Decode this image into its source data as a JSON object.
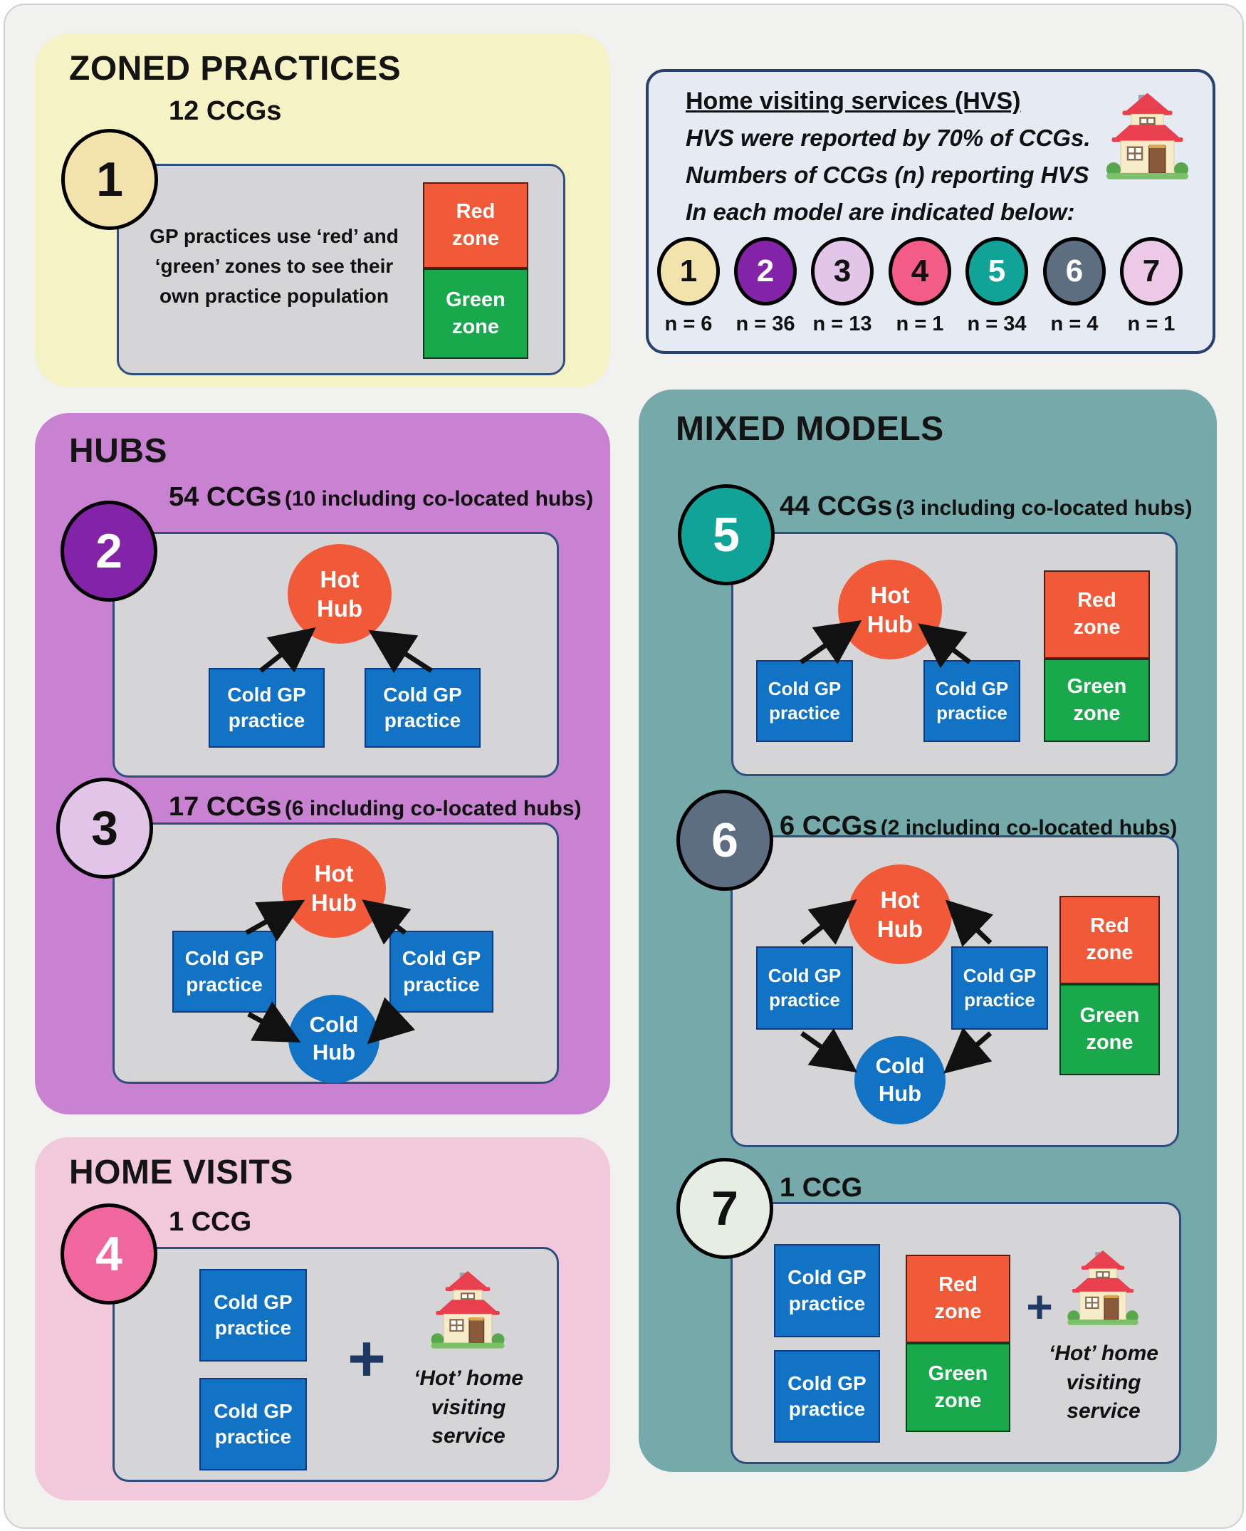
{
  "zoned": {
    "title": "ZONED PRACTICES",
    "badge": "1",
    "count": "12 CCGs",
    "description": "GP practices use ‘red’ and ‘green’ zones to see their own practice population",
    "red_zone": "Red zone",
    "green_zone": "Green zone"
  },
  "hvs": {
    "title": "Home visiting services (HVS)",
    "lines": [
      "HVS were reported by 70% of CCGs.",
      "Numbers of CCGs (n) reporting HVS",
      "In each model are indicated below:"
    ],
    "house_icon": "two-story house with red roof and garden",
    "models": [
      {
        "number": "1",
        "n_label": "n = 6",
        "color": "#f2e2ac",
        "number_color": "#111111"
      },
      {
        "number": "2",
        "n_label": "n = 36",
        "color": "#8324a8",
        "number_color": "#ffffff"
      },
      {
        "number": "3",
        "n_label": "n = 13",
        "color": "#e2c5e8",
        "number_color": "#111111"
      },
      {
        "number": "4",
        "n_label": "n = 1",
        "color": "#f25c86",
        "number_color": "#111111"
      },
      {
        "number": "5",
        "n_label": "n = 34",
        "color": "#12a398",
        "number_color": "#ffffff"
      },
      {
        "number": "6",
        "n_label": "n = 4",
        "color": "#5c6e80",
        "number_color": "#ffffff"
      },
      {
        "number": "7",
        "n_label": "n = 1",
        "color": "#ecc9e6",
        "number_color": "#111111"
      }
    ]
  },
  "hubs": {
    "title": "HUBS",
    "model2": {
      "badge": "2",
      "count": "54 CCGs",
      "note": "(10 including co-located hubs)",
      "hot_hub": "Hot Hub",
      "cold_gp": "Cold GP practice"
    },
    "model3": {
      "badge": "3",
      "count": "17 CCGs",
      "note": "(6 including co-located hubs)",
      "hot_hub": "Hot Hub",
      "cold_gp": "Cold GP practice",
      "cold_hub": "Cold Hub"
    }
  },
  "home_visits": {
    "title": "HOME VISITS",
    "model4": {
      "badge": "4",
      "count": "1 CCG",
      "cold_gp": "Cold GP practice",
      "plus": "+",
      "service": "‘Hot’ home visiting service",
      "house_icon": "two-story house with red roof and garden"
    }
  },
  "mixed": {
    "title": "MIXED MODELS",
    "model5": {
      "badge": "5",
      "count": "44 CCGs",
      "note": "(3 including co-located hubs)",
      "hot_hub": "Hot Hub",
      "cold_gp": "Cold GP practice",
      "red_zone": "Red zone",
      "green_zone": "Green zone"
    },
    "model6": {
      "badge": "6",
      "count": "6 CCGs",
      "note": "(2 including co-located hubs)",
      "hot_hub": "Hot Hub",
      "cold_gp": "Cold GP practice",
      "cold_hub": "Cold Hub",
      "red_zone": "Red zone",
      "green_zone": "Green zone"
    },
    "model7": {
      "badge": "7",
      "count": "1 CCG",
      "cold_gp": "Cold GP practice",
      "red_zone": "Red zone",
      "green_zone": "Green zone",
      "plus": "+",
      "service": "‘Hot’ home visiting service",
      "house_icon": "two-story house with red roof and garden"
    }
  },
  "colors": {
    "panel_zoned_bg": "#f5f2c6",
    "panel_hubs_bg": "#c981d2",
    "panel_home_visits_bg": "#f2c9da",
    "panel_mixed_bg": "#76a9a9",
    "hvs_bg": "#e5eaf3",
    "hvs_border": "#27426e",
    "inner_box_bg": "#d5d4d7",
    "inner_box_border": "#2e4e7e",
    "hot_hub": "#f15a38",
    "cold_blue": "#1273c4",
    "red_zone": "#f15a38",
    "green_zone": "#19a84c",
    "badge_1": "#f2e2ac",
    "badge_2": "#8324a8",
    "badge_3": "#e2c5e8",
    "badge_4": "#f0669f",
    "badge_5": "#12a398",
    "badge_6": "#5c6e80",
    "badge_7": "#e6eee3",
    "plus_sign": "#1f3864"
  }
}
